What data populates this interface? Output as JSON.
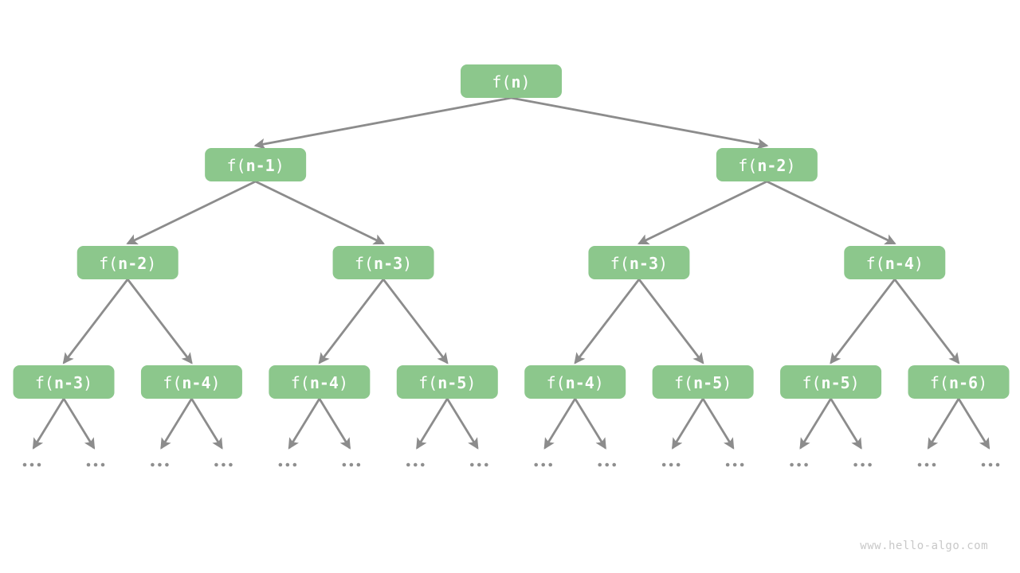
{
  "diagram": {
    "levels": [
      {
        "nodes": [
          "f(n)"
        ]
      },
      {
        "nodes": [
          "f(n-1)",
          "f(n-2)"
        ]
      },
      {
        "nodes": [
          "f(n-2)",
          "f(n-3)",
          "f(n-3)",
          "f(n-4)"
        ]
      },
      {
        "nodes": [
          "f(n-3)",
          "f(n-4)",
          "f(n-4)",
          "f(n-5)",
          "f(n-4)",
          "f(n-5)",
          "f(n-5)",
          "f(n-6)"
        ]
      }
    ],
    "leaf_ellipsis": "...",
    "leaf_ellipsis_count": 16,
    "watermark": "www.hello-algo.com",
    "colors": {
      "background": "#ffffff",
      "node_fill": "#8cc78c",
      "node_text": "#ffffff",
      "edge": "#8c8c8c",
      "ellipsis_dot": "#8f8f8f",
      "watermark": "#c8c8c8"
    }
  }
}
